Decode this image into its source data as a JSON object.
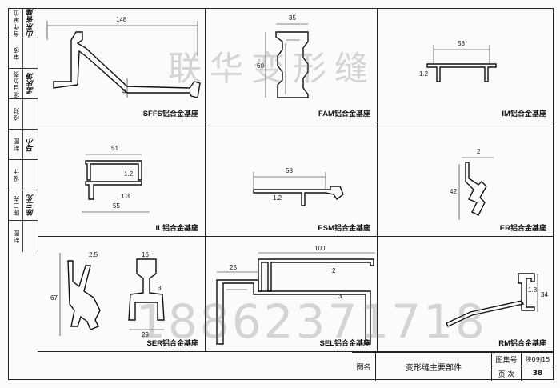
{
  "sidebar": {
    "rows": [
      {
        "label": "合作单位",
        "signature": "山东省建"
      },
      {
        "label": "审核",
        "signature": ""
      },
      {
        "label": "项目负责",
        "signature": "孟庆涛"
      },
      {
        "label": "校对",
        "signature": ""
      },
      {
        "label": "制图",
        "signature": "马小"
      },
      {
        "label": "设计",
        "signature": ""
      },
      {
        "label": "陈三先",
        "signature": "陈三先"
      },
      {
        "label": "制图",
        "signature": ""
      }
    ]
  },
  "profiles": [
    {
      "code": "SFFS",
      "name": "铝合金基座",
      "dims": [
        "148",
        "4"
      ]
    },
    {
      "code": "FAM",
      "name": "铝合金基座",
      "dims": [
        "35",
        "60"
      ]
    },
    {
      "code": "IM",
      "name": "铝合金基座",
      "dims": [
        "58",
        "1.2"
      ]
    },
    {
      "code": "IL",
      "name": "铝合金基座",
      "dims": [
        "51",
        "1.2",
        "1.3",
        "55"
      ]
    },
    {
      "code": "ESM",
      "name": "铝合金基座",
      "dims": [
        "58",
        "1.2"
      ]
    },
    {
      "code": "ER",
      "name": "铝合金基座",
      "dims": [
        "2",
        "42"
      ]
    },
    {
      "code": "SER",
      "name": "铝合金基座",
      "dims": [
        "2.5",
        "67",
        "16",
        "3",
        "29"
      ]
    },
    {
      "code": "SEL",
      "name": "铝合金基座",
      "dims": [
        "100",
        "25",
        "2",
        "3"
      ]
    },
    {
      "code": "RM",
      "name": "铝合金基座",
      "dims": [
        "1.8",
        "34"
      ]
    }
  ],
  "title_block": {
    "tumming_label": "图名",
    "title": "变形缝主要部件",
    "atlas_label": "图集号",
    "atlas_value": "陕09J15",
    "page_label": "页 次",
    "page_value": "38"
  },
  "watermark": {
    "top": "联华变形缝",
    "bottom": "18862371718"
  }
}
